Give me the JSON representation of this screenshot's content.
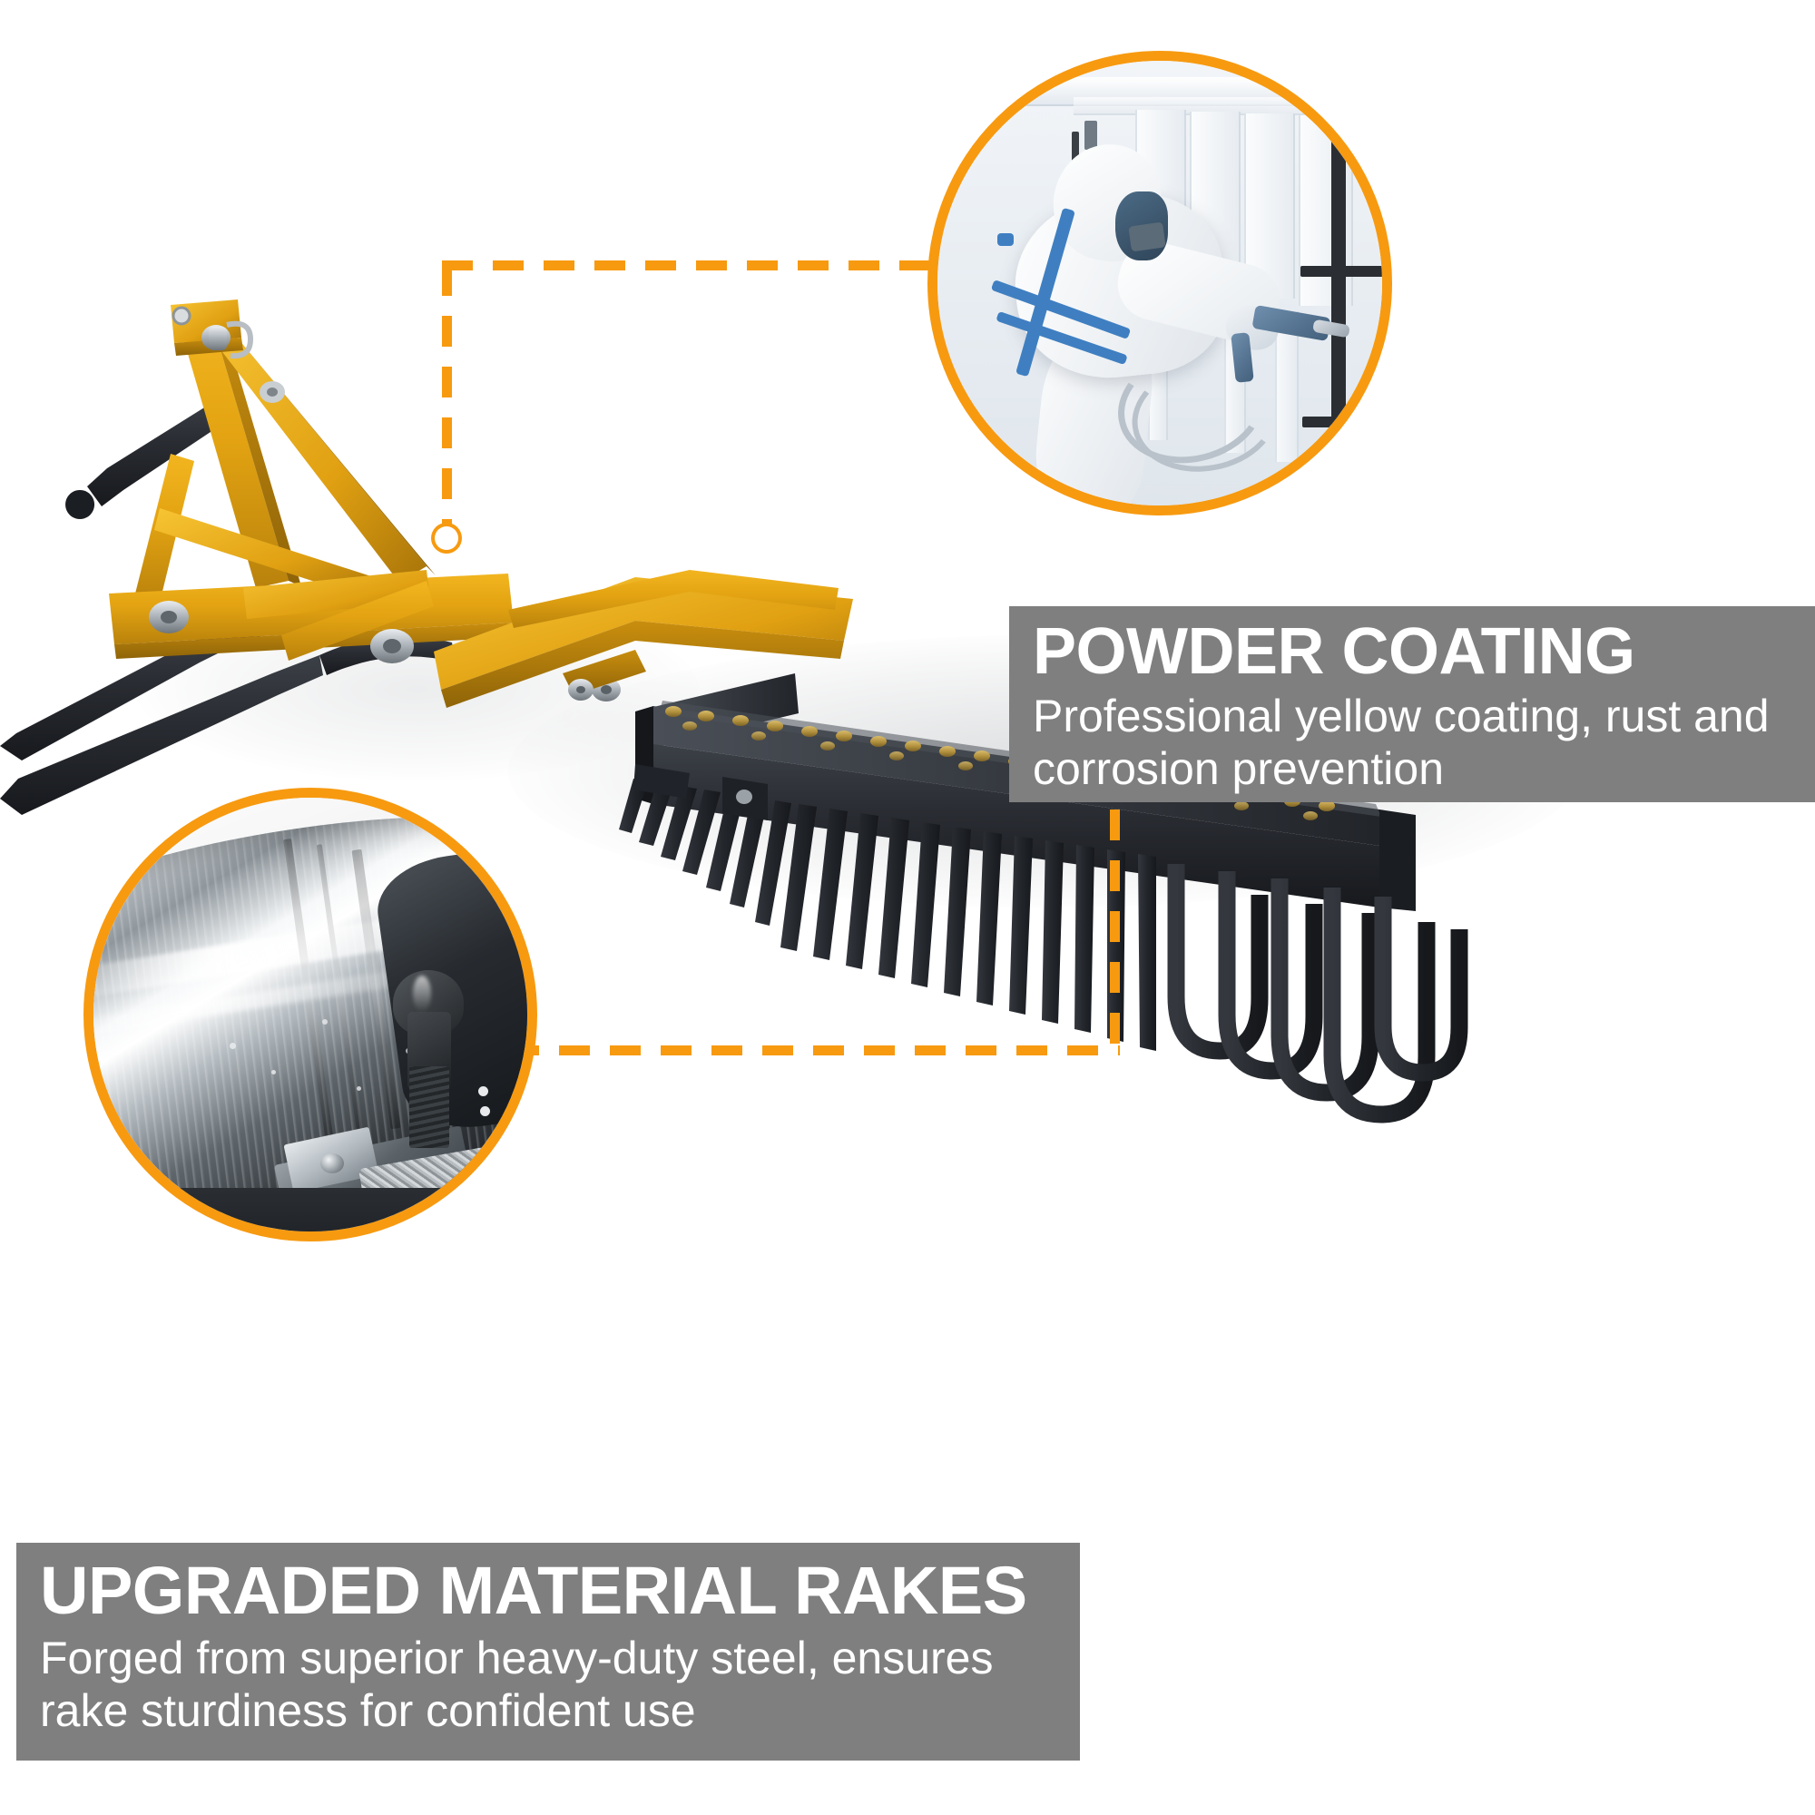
{
  "page": {
    "background_color": "#ffffff",
    "accent_color": "#f79a10",
    "banner_color": "#7f7f7f",
    "banner_text_color": "#ffffff",
    "product_yellow": "#e8a81c",
    "product_dark": "#2b2e33"
  },
  "callouts": [
    {
      "id": "powder-coating",
      "title": "POWDER COATING",
      "subtitle": "Professional yellow coating, rust and corrosion prevention",
      "subtitle_lines": [
        "Professional yellow coating, rust",
        "and corrosion prevention"
      ],
      "inset_photo": "powder-coating-booth-photo",
      "inset_alt": "Worker in white protective coverall with respirator spraying powder coating in a white spray booth"
    },
    {
      "id": "upgraded-material-rakes",
      "title": "UPGRADED MATERIAL RAKES",
      "subtitle": "Forged from superior heavy-duty steel, ensures rake sturdiness for confident use",
      "subtitle_lines": [
        "Forged from superior heavy-duty steel, ensures",
        "rake sturdiness for confident use"
      ],
      "inset_photo": "metal-lathe-machining-photo",
      "inset_alt": "Close-up of a metal lathe turning a polished steel cylinder with cutting tool and metal chips"
    }
  ],
  "product": {
    "name": "landscape-rake-3-point-hitch",
    "alt": "Yellow 3-point hitch landscape rake with black tine bar and curved steel tines"
  }
}
